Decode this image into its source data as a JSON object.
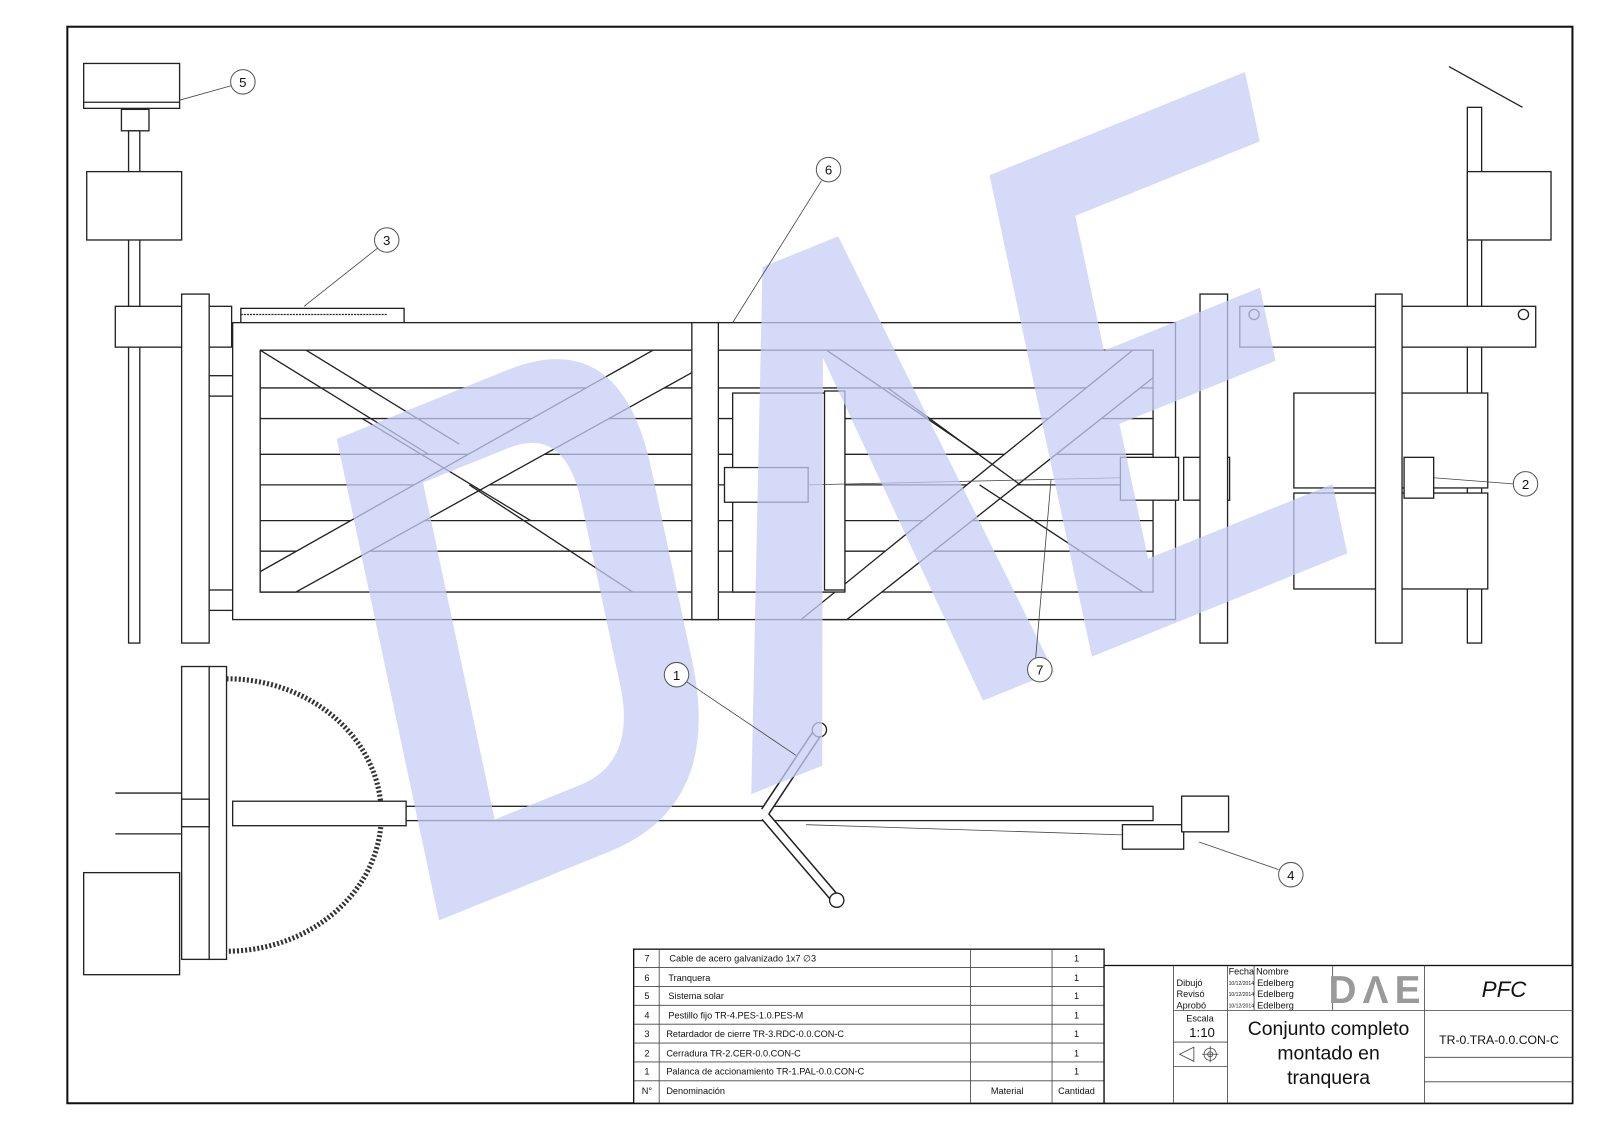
{
  "drawing": {
    "watermark_text": "DΛE",
    "watermark_color": "#c5cdf6",
    "balloons": [
      "1",
      "2",
      "3",
      "4",
      "5",
      "6",
      "7"
    ]
  },
  "parts_list": {
    "rows": [
      {
        "n": "7",
        "denominacion": "Cable de acero galvanizado 1x7 ∅3",
        "material": "",
        "cantidad": "1"
      },
      {
        "n": "6",
        "denominacion": "Tranquera",
        "material": "",
        "cantidad": "1"
      },
      {
        "n": "5",
        "denominacion": "Sistema solar",
        "material": "",
        "cantidad": "1"
      },
      {
        "n": "4",
        "denominacion": "Pestillo fijo TR-4.PES-1.0.PES-M",
        "material": "",
        "cantidad": "1"
      },
      {
        "n": "3",
        "denominacion": "Retardador de cierre TR-3.RDC-0.0.CON-C",
        "material": "",
        "cantidad": "1"
      },
      {
        "n": "2",
        "denominacion": "Cerradura TR-2.CER-0.0.CON-C",
        "material": "",
        "cantidad": "1"
      },
      {
        "n": "1",
        "denominacion": "Palanca de accionamiento TR-1.PAL-0.0.CON-C",
        "material": "",
        "cantidad": "1"
      }
    ],
    "headers": {
      "n": "N°",
      "denominacion": "Denominación",
      "material": "Material",
      "cantidad": "Cantidad"
    }
  },
  "title_block": {
    "fecha_label": "Fecha",
    "nombre_label": "Nombre",
    "rows": [
      {
        "role": "Dibujó",
        "date": "10/12/2014",
        "name": "Edelberg"
      },
      {
        "role": "Revisó",
        "date": "10/12/2014",
        "name": "Edelberg"
      },
      {
        "role": "Aprobó",
        "date": "10/12/2014",
        "name": "Edelberg"
      }
    ],
    "logo": "DΛE",
    "project": "PFC",
    "escala_label": "Escala",
    "escala": "1:10",
    "title_lines": [
      "Conjunto completo",
      "montado en",
      "tranquera"
    ],
    "code": "TR-0.TRA-0.0.CON-C"
  }
}
